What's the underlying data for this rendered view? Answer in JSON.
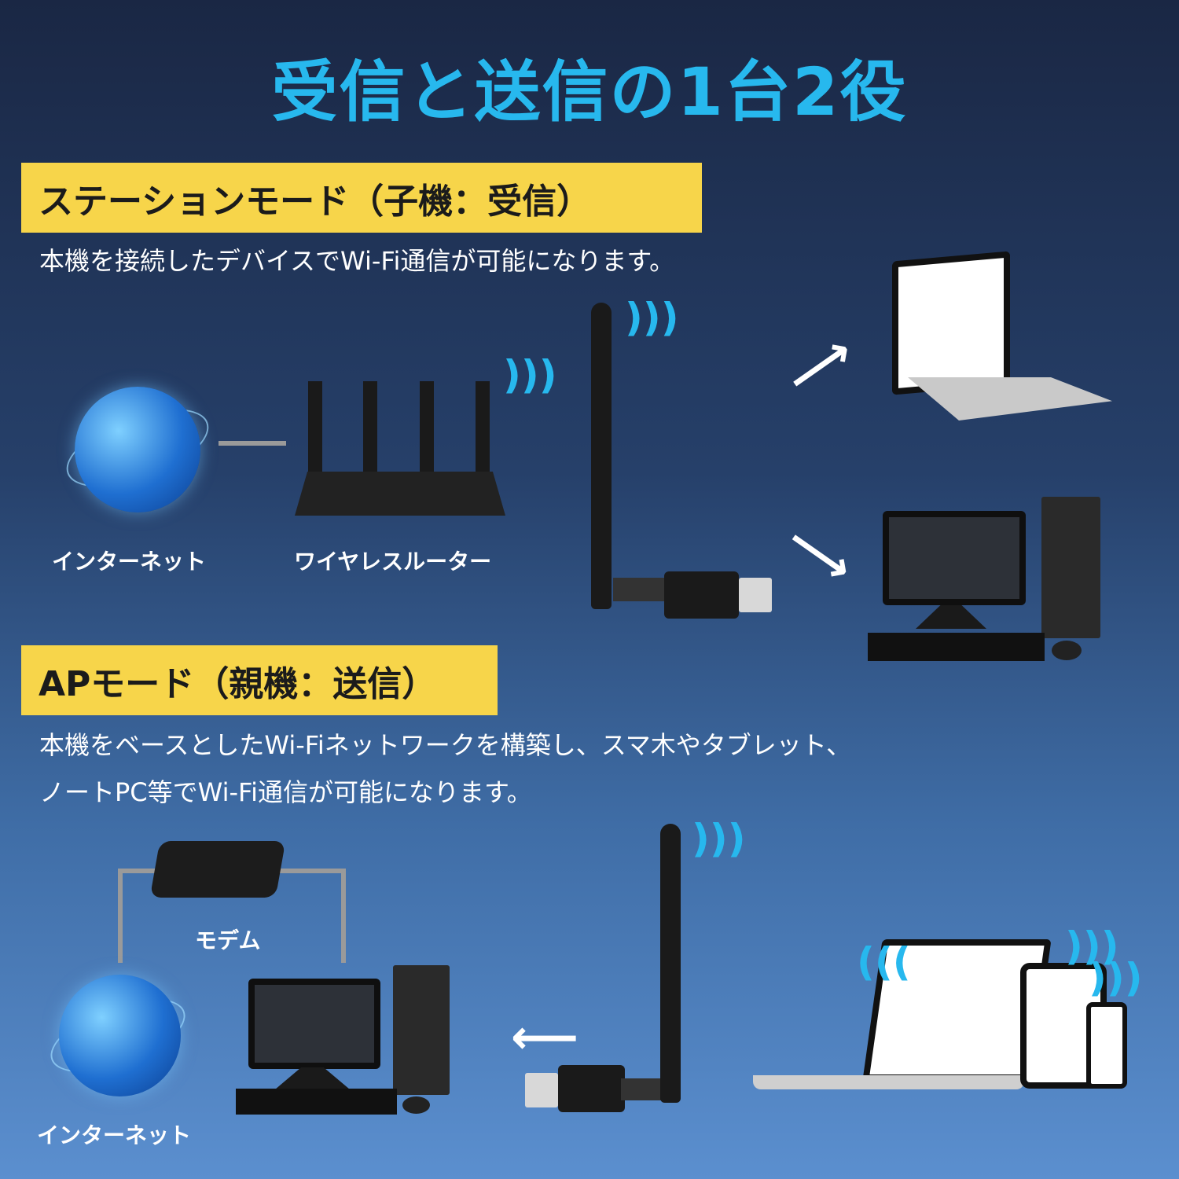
{
  "title": "受信と送信の1台2役",
  "station": {
    "heading": "ステーションモード（子機：受信）",
    "description": "本機を接続したデバイスでWi-Fi通信が可能になります。",
    "labels": {
      "internet": "インターネット",
      "router": "ワイヤレスルーター"
    }
  },
  "ap": {
    "heading": "APモード（親機：送信）",
    "description_line1": "本機をベースとしたWi-Fiネットワークを構築し、スマ木やタブレット、",
    "description_line2": "ノートPC等でWi-Fi通信が可能になります。",
    "labels": {
      "modem": "モデム",
      "internet": "インターネット"
    }
  },
  "colors": {
    "title": "#27b8ee",
    "banner": "#f7d54a",
    "wifi": "#27b8ee"
  }
}
